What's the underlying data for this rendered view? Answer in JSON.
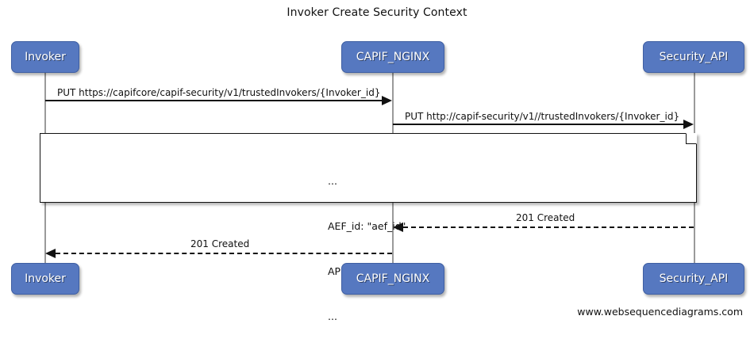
{
  "diagram": {
    "type": "sequence",
    "title": "Invoker Create Security Context",
    "watermark": "www.websequencediagrams.com",
    "colors": {
      "participant_fill": "#5678c0",
      "participant_border": "#3f5fa3",
      "participant_text": "#ffffff",
      "line": "#111111",
      "lifeline": "#9a9a9a",
      "background": "#ffffff"
    },
    "participants": [
      {
        "id": "invoker",
        "label": "Invoker"
      },
      {
        "id": "capif_nginx",
        "label": "CAPIF_NGINX"
      },
      {
        "id": "security_api",
        "label": "Security_API"
      }
    ],
    "messages": [
      {
        "id": "m1",
        "label": "PUT https://capifcore/capif-security/v1/trustedInvokers/{Invoker_id}",
        "from": "invoker",
        "to": "capif_nginx",
        "style": "solid",
        "direction": "right"
      },
      {
        "id": "m2",
        "label": "PUT http://capif-security/v1//trustedInvokers/{Invoker_id}",
        "from": "capif_nginx",
        "to": "security_api",
        "style": "solid",
        "direction": "right"
      },
      {
        "id": "m3",
        "label": "201 Created",
        "from": "security_api",
        "to": "capif_nginx",
        "style": "dashed",
        "direction": "left"
      },
      {
        "id": "m4",
        "label": "201 Created",
        "from": "capif_nginx",
        "to": "invoker",
        "style": "dashed",
        "direction": "left"
      }
    ],
    "note": {
      "id": "note1",
      "lines": [
        "...",
        "AEF_id: \"aef_id\"",
        "API_id: \"api_id\"",
        "..."
      ]
    }
  }
}
